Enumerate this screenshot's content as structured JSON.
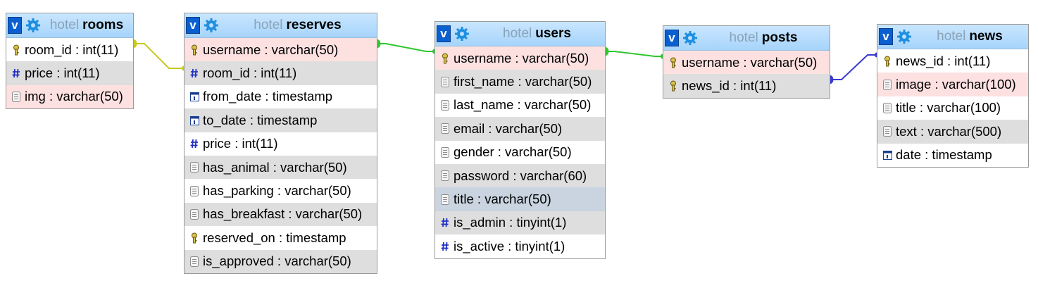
{
  "database": "hotel",
  "tables": [
    {
      "id": "rooms",
      "name": "rooms",
      "fields": [
        {
          "text": "room_id : int(11)",
          "icon": "key-icon",
          "style": "plain"
        },
        {
          "text": "price : int(11)",
          "icon": "number-icon",
          "style": "alt"
        },
        {
          "text": "img : varchar(50)",
          "icon": "text-icon",
          "style": "pk"
        }
      ]
    },
    {
      "id": "reserves",
      "name": "reserves",
      "fields": [
        {
          "text": "username : varchar(50)",
          "icon": "key-icon",
          "style": "pk"
        },
        {
          "text": "room_id : int(11)",
          "icon": "number-icon",
          "style": "alt"
        },
        {
          "text": "from_date : timestamp",
          "icon": "date-icon",
          "style": "plain"
        },
        {
          "text": "to_date : timestamp",
          "icon": "date-icon",
          "style": "alt"
        },
        {
          "text": "price : int(11)",
          "icon": "number-icon",
          "style": "plain"
        },
        {
          "text": "has_animal : varchar(50)",
          "icon": "text-icon",
          "style": "alt"
        },
        {
          "text": "has_parking : varchar(50)",
          "icon": "text-icon",
          "style": "plain"
        },
        {
          "text": "has_breakfast : varchar(50)",
          "icon": "text-icon",
          "style": "alt"
        },
        {
          "text": "reserved_on : timestamp",
          "icon": "key-icon",
          "style": "plain"
        },
        {
          "text": "is_approved : varchar(50)",
          "icon": "text-icon",
          "style": "alt"
        }
      ]
    },
    {
      "id": "users",
      "name": "users",
      "fields": [
        {
          "text": "username : varchar(50)",
          "icon": "key-icon",
          "style": "pk"
        },
        {
          "text": "first_name : varchar(50)",
          "icon": "text-icon",
          "style": "alt"
        },
        {
          "text": "last_name : varchar(50)",
          "icon": "text-icon",
          "style": "plain"
        },
        {
          "text": "email : varchar(50)",
          "icon": "text-icon",
          "style": "alt"
        },
        {
          "text": "gender : varchar(50)",
          "icon": "text-icon",
          "style": "plain"
        },
        {
          "text": "password : varchar(60)",
          "icon": "text-icon",
          "style": "alt"
        },
        {
          "text": "title : varchar(50)",
          "icon": "text-icon",
          "style": "hl"
        },
        {
          "text": "is_admin : tinyint(1)",
          "icon": "number-icon",
          "style": "alt"
        },
        {
          "text": "is_active : tinyint(1)",
          "icon": "number-icon",
          "style": "plain"
        }
      ]
    },
    {
      "id": "posts",
      "name": "posts",
      "fields": [
        {
          "text": "username : varchar(50)",
          "icon": "key-icon",
          "style": "pk"
        },
        {
          "text": "news_id : int(11)",
          "icon": "key-icon",
          "style": "alt"
        }
      ]
    },
    {
      "id": "news",
      "name": "news",
      "fields": [
        {
          "text": "news_id : int(11)",
          "icon": "key-icon",
          "style": "plain"
        },
        {
          "text": "image : varchar(100)",
          "icon": "text-icon",
          "style": "pk"
        },
        {
          "text": "title : varchar(100)",
          "icon": "text-icon",
          "style": "plain"
        },
        {
          "text": "text : varchar(500)",
          "icon": "text-icon",
          "style": "alt"
        },
        {
          "text": "date : timestamp",
          "icon": "date-icon",
          "style": "plain"
        }
      ]
    }
  ],
  "relations": [
    {
      "from": "rooms",
      "to": "reserves",
      "color": "#c8c820"
    },
    {
      "from": "reserves",
      "to": "users",
      "color": "#2ec82e"
    },
    {
      "from": "users",
      "to": "posts",
      "color": "#2ec82e"
    },
    {
      "from": "posts",
      "to": "news",
      "color": "#3a3ad0"
    }
  ],
  "colors": {
    "header": "#a6d4fb",
    "primary_key_row": "#fde1e1",
    "alt_row": "#dedede",
    "highlight_row": "#c9d4e0"
  }
}
